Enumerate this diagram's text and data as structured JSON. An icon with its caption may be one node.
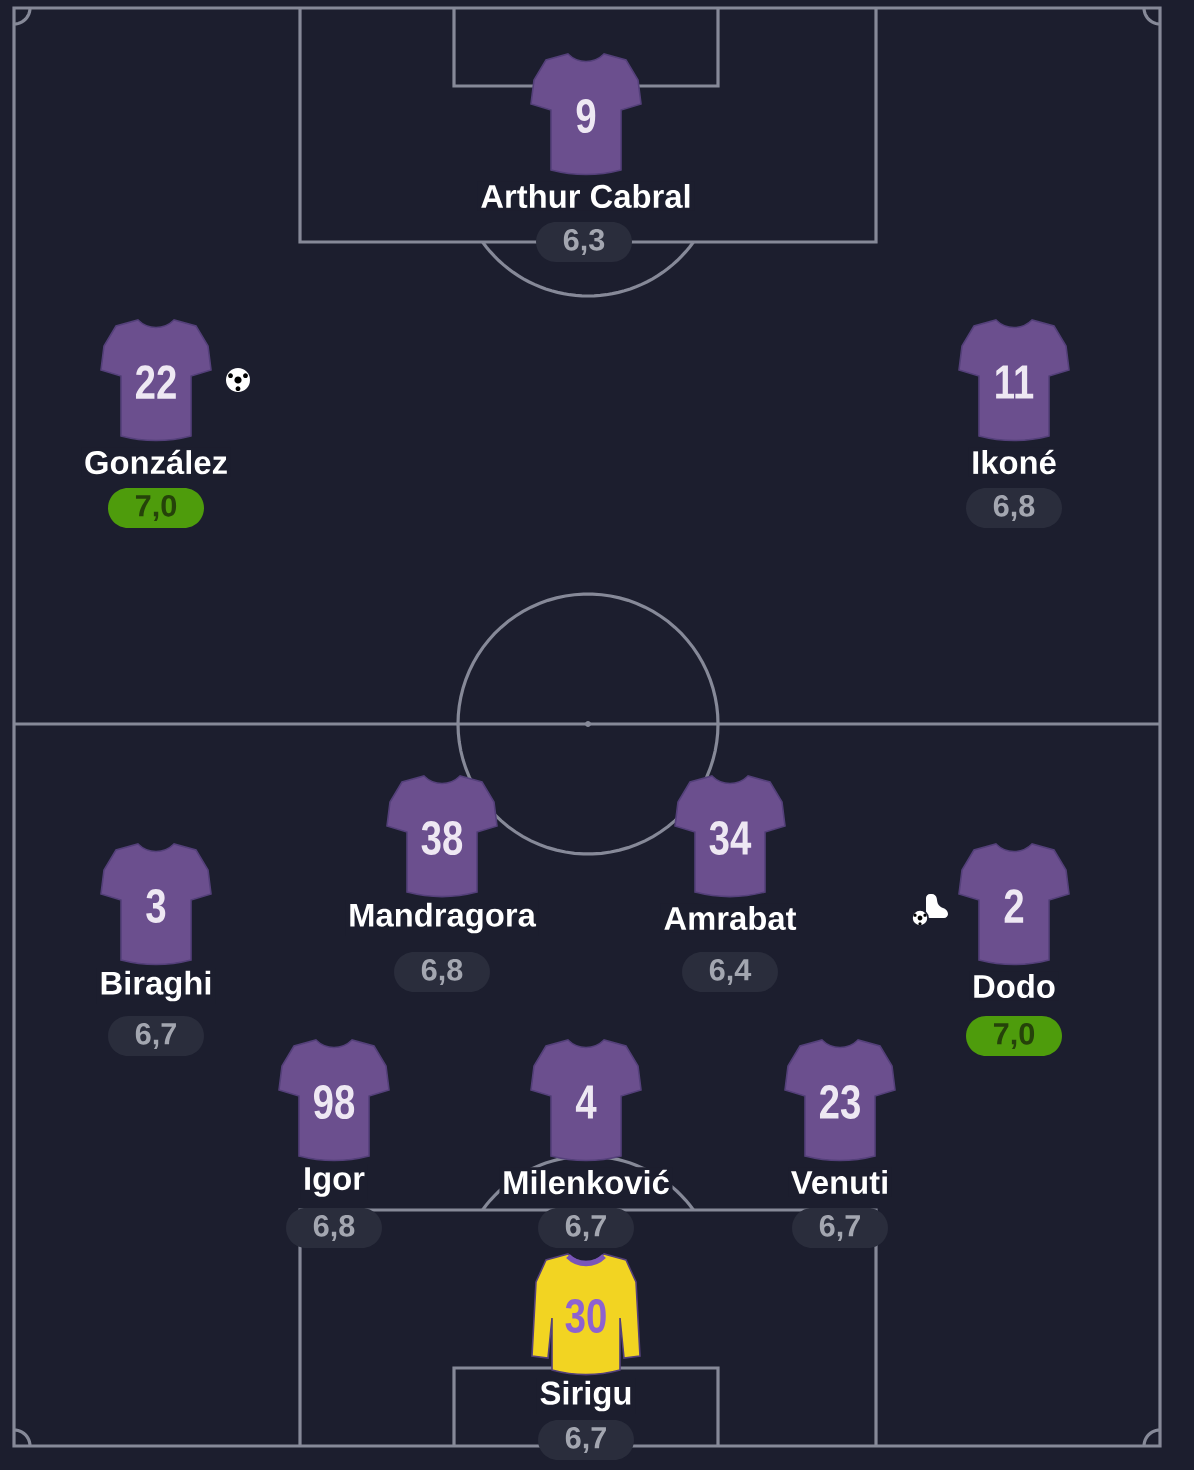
{
  "diagram": {
    "nodes": [
      {
        "text": [
          "9"
        ],
        "beside": [
          "Arthur Cabral"
        ]
      },
      {
        "text": [
          "6,3"
        ]
      },
      {
        "text": [
          "22"
        ],
        "beside": [
          "González"
        ]
      },
      {
        "text": [
          "7,0"
        ]
      },
      {
        "text": [
          "11"
        ],
        "beside": [
          "Ikoné"
        ]
      },
      {
        "text": [
          "6,8"
        ]
      },
      {
        "text": [
          "3"
        ],
        "beside": [
          "Biraghi"
        ]
      },
      {
        "text": [
          "6,7"
        ]
      },
      {
        "text": [
          "38"
        ],
        "beside": [
          "Mandragora"
        ]
      },
      {
        "text": [
          "6,8"
        ]
      },
      {
        "text": [
          "34"
        ],
        "beside": [
          "Amrabat"
        ]
      },
      {
        "text": [
          "6,4"
        ]
      },
      {
        "text": [
          "2"
        ],
        "beside": [
          "Dodo"
        ]
      },
      {
        "text": [
          "7,0"
        ]
      },
      {
        "text": [
          "98"
        ],
        "beside": [
          "Igor"
        ]
      },
      {
        "text": [
          "6,8"
        ]
      },
      {
        "text": [
          "4"
        ],
        "beside": [
          "Milenković"
        ]
      },
      {
        "text": [
          "6,7"
        ]
      },
      {
        "text": [
          "23"
        ],
        "beside": [
          "Venuti"
        ]
      },
      {
        "text": [
          "6,7"
        ]
      },
      {
        "text": [
          "30"
        ],
        "beside": [
          "Sirigu"
        ]
      },
      {
        "text": [
          "6,7"
        ]
      }
    ]
  }
}
